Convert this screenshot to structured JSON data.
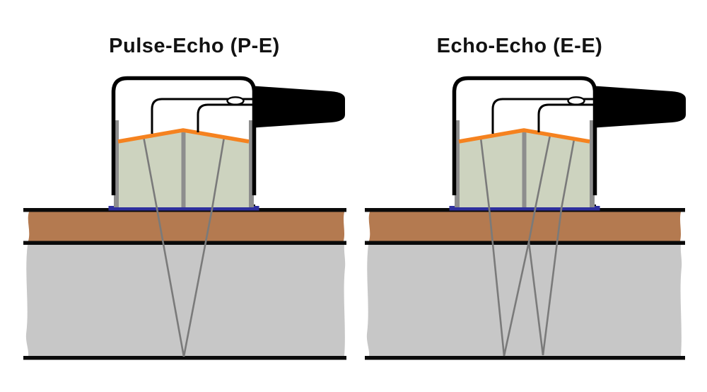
{
  "figure": {
    "background": "#ffffff",
    "description_titles_only": true
  },
  "panels": [
    {
      "title": "Pulse-Echo (P-E)",
      "rays": [
        "203,193 222,295 260,504",
        "260,504 300,295 317,194"
      ]
    },
    {
      "title": "Echo-Echo (E-E)",
      "rays": [
        "680,195 692,295 713,503",
        "713,503 748,342 757,295 778,191",
        "748,342 768,502 794,295 812,197"
      ]
    }
  ],
  "colors": {
    "title_text": "#121212",
    "probe_outline": "#000000",
    "cable_boot": "#000000",
    "wire": "#000000",
    "connector_oval_fill": "#ffffff",
    "transducer_element": "#f5821f",
    "delay_line": "#cdd3bf",
    "housing_bar": "#8d8d8d",
    "couplant": "#2e2f9e",
    "coating": "#b47a50",
    "substrate": "#c7c7c7",
    "surface_line": "#0a0a0a",
    "ray": "#7a7a7a"
  }
}
